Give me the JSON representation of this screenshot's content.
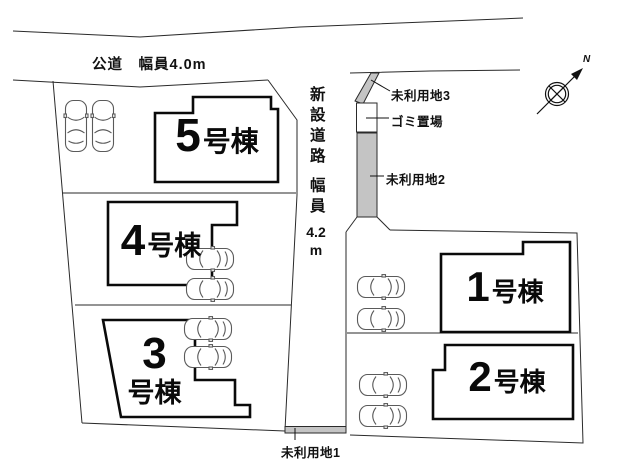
{
  "roads": {
    "public_label": "公道　幅員4.0m",
    "new_road": {
      "name": "新設道路",
      "width_label": "幅員",
      "width_value": "4.2",
      "unit": "m"
    }
  },
  "labels": {
    "unused_1": "未利用地1",
    "unused_2": "未利用地2",
    "unused_3": "未利用地3",
    "garbage": "ゴミ置場"
  },
  "houses": {
    "h1": {
      "number": "1",
      "suffix": "号棟"
    },
    "h2": {
      "number": "2",
      "suffix": "号棟"
    },
    "h3": {
      "number": "3",
      "suffix": "号棟"
    },
    "h4": {
      "number": "4",
      "suffix": "号棟"
    },
    "h5": {
      "number": "5",
      "suffix": "号棟"
    }
  },
  "compass": {
    "north": "N"
  },
  "colors": {
    "line": "#2a2a2a",
    "house_outline": "#0a0a0a",
    "unused_fill": "#c4c4c4",
    "car_line": "#5a5a5a",
    "background": "#ffffff"
  }
}
